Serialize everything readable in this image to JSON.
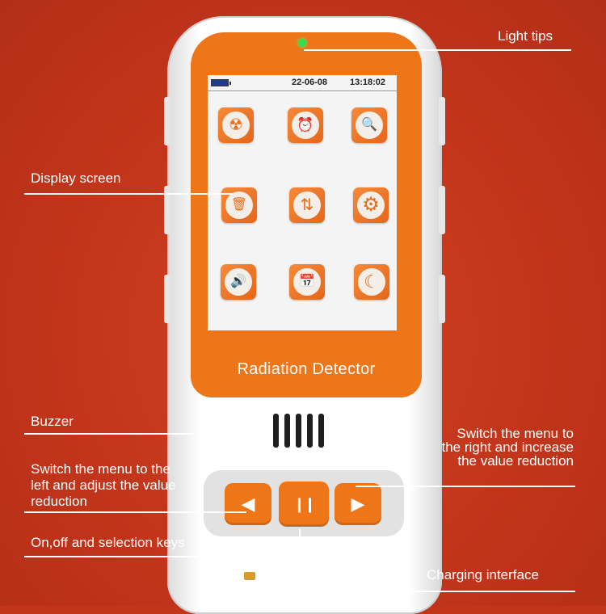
{
  "labels": {
    "light_tips": "Light tips",
    "display_screen": "Display screen",
    "buzzer": "Buzzer",
    "switch_right": "Switch the menu to the right and increase the value reduction",
    "switch_left": "Switch the menu to the left and adjust the value reduction",
    "on_off": "On,off and selection keys",
    "charging": "Charging interface"
  },
  "device": {
    "brand": "Radiation Detector",
    "status_bar": {
      "date": "22-06-08",
      "time": "13:18:02"
    },
    "apps": [
      {
        "icon": "radiation-icon",
        "glyph": "☢"
      },
      {
        "icon": "alarm-clock-icon",
        "glyph": "⏰"
      },
      {
        "icon": "report-search-icon",
        "glyph": "🔍"
      },
      {
        "icon": "trash-icon",
        "glyph": "🗑"
      },
      {
        "icon": "sliders-icon",
        "glyph": "⇅"
      },
      {
        "icon": "settings-gear-icon",
        "glyph": "⚙"
      },
      {
        "icon": "speaker-icon",
        "glyph": "🔊"
      },
      {
        "icon": "calendar-icon",
        "glyph": "📅"
      },
      {
        "icon": "night-mode-icon",
        "glyph": "☾"
      }
    ],
    "buttons": {
      "left_glyph": "◀",
      "center_glyph": "❙❙",
      "right_glyph": "▶"
    }
  },
  "colors": {
    "background": "#c2351b",
    "device_orange": "#ee7518",
    "led_green": "#2fe04a"
  }
}
